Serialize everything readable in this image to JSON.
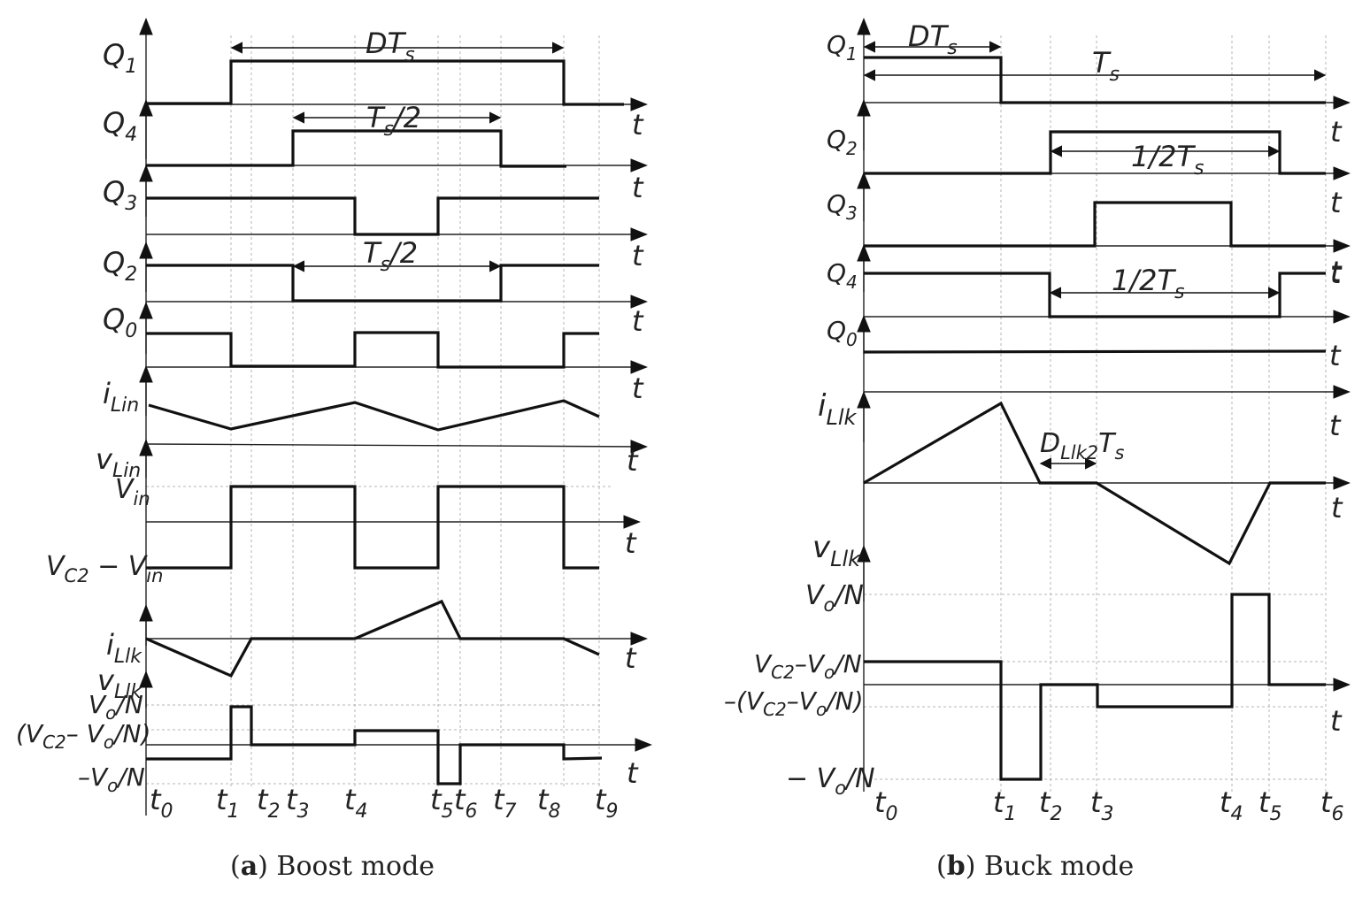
{
  "panel_a": {
    "caption_letter": "a",
    "caption_text": "Boost mode",
    "signals": [
      {
        "name": "q1",
        "main": "Q",
        "sub": "1"
      },
      {
        "name": "q4",
        "main": "Q",
        "sub": "4"
      },
      {
        "name": "q3",
        "main": "Q",
        "sub": "3"
      },
      {
        "name": "q2",
        "main": "Q",
        "sub": "2"
      },
      {
        "name": "q0",
        "main": "Q",
        "sub": "0"
      },
      {
        "name": "ilin",
        "main": "i",
        "sub": "Lin"
      },
      {
        "name": "vlin",
        "main": "v",
        "sub": "Lin"
      },
      {
        "name": "ilk",
        "main": "i",
        "sub": "Llk"
      },
      {
        "name": "vlk",
        "main": "v",
        "sub": "Llk"
      }
    ],
    "t_label": "t",
    "time_labels": [
      {
        "main": "t",
        "sub": "0"
      },
      {
        "main": "t",
        "sub": "1"
      },
      {
        "main": "t",
        "sub": "2"
      },
      {
        "main": "t",
        "sub": "3"
      },
      {
        "main": "t",
        "sub": "4"
      },
      {
        "main": "t",
        "sub": "5"
      },
      {
        "main": "t",
        "sub": "6"
      },
      {
        "main": "t",
        "sub": "7"
      },
      {
        "main": "t",
        "sub": "8"
      },
      {
        "main": "t",
        "sub": "9"
      }
    ],
    "annotations": {
      "dts": {
        "a": "DT",
        "sub": "s"
      },
      "ts2_q4": {
        "a": "T",
        "sub": "s",
        "b": "/2"
      },
      "ts2_q2": {
        "a": "T",
        "sub": "s",
        "b": "/2"
      }
    },
    "levels": {
      "vin": {
        "a": "V",
        "sub": "in"
      },
      "vc2_minus_vin": {
        "a": "V",
        "sub": "C2",
        "b": " − V",
        "sub2": "in"
      },
      "vo_n": {
        "a": "V",
        "sub": "o",
        "b": "/N"
      },
      "vc2_vo_n": {
        "a": "(V",
        "sub": "C2",
        "b": "– V",
        "sub2": "o",
        "c": "/N)"
      },
      "neg_vo_n": {
        "a": "–V",
        "sub": "o",
        "b": "/N"
      }
    }
  },
  "panel_b": {
    "caption_letter": "b",
    "caption_text": "Buck mode",
    "signals": [
      {
        "name": "q1",
        "main": "Q",
        "sub": "1"
      },
      {
        "name": "q2",
        "main": "Q",
        "sub": "2"
      },
      {
        "name": "q3",
        "main": "Q",
        "sub": "3"
      },
      {
        "name": "q4",
        "main": "Q",
        "sub": "4"
      },
      {
        "name": "q0",
        "main": "Q",
        "sub": "0"
      },
      {
        "name": "ilk",
        "main": "i",
        "sub": "Llk"
      },
      {
        "name": "vlk",
        "main": "v",
        "sub": "Llk"
      }
    ],
    "t_label": "t",
    "time_labels": [
      {
        "main": "t",
        "sub": "0"
      },
      {
        "main": "t",
        "sub": "1"
      },
      {
        "main": "t",
        "sub": "2"
      },
      {
        "main": "t",
        "sub": "3"
      },
      {
        "main": "t",
        "sub": "4"
      },
      {
        "main": "t",
        "sub": "5"
      },
      {
        "main": "t",
        "sub": "6"
      }
    ],
    "annotations": {
      "dts": {
        "a": "DT",
        "sub": "s"
      },
      "ts": {
        "a": "T",
        "sub": "s"
      },
      "half_ts_q2": {
        "a": "1/2T",
        "sub": "s"
      },
      "half_ts_q4": {
        "a": "1/2T",
        "sub": "s"
      },
      "dllk2": {
        "a": "D",
        "sub": "Llk2",
        "b": "T",
        "sub2": "s"
      }
    },
    "levels": {
      "vo_n": {
        "a": "V",
        "sub": "o",
        "b": "/N"
      },
      "vc2_vo_n": {
        "a": "V",
        "sub": "C2",
        "b": "–V",
        "sub2": "o",
        "c": "/N"
      },
      "neg_vc2_vo_n": {
        "a": "–(V",
        "sub": "C2",
        "b": "–V",
        "sub2": "o",
        "c": "/N)"
      },
      "neg_vo_n": {
        "a": "− V",
        "sub": "o",
        "b": "/N"
      }
    }
  }
}
